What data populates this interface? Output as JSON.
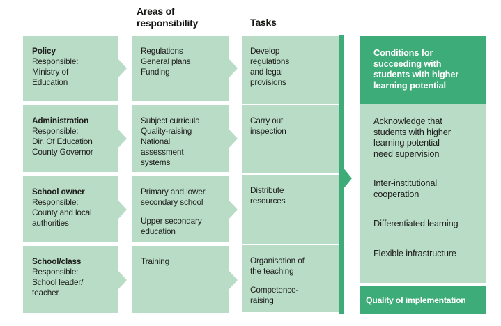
{
  "headers": {
    "areas_of_responsibility": "Areas of\nresponsibility",
    "tasks": "Tasks"
  },
  "levels": [
    {
      "name": "Policy",
      "detail": "Responsible:\nMinistry of\nEducation"
    },
    {
      "name": "Administration",
      "detail": "Responsible:\nDir. Of Education\nCounty Governor"
    },
    {
      "name": "School owner",
      "detail": "Responsible:\nCounty and local\nauthorities"
    },
    {
      "name": "School/class",
      "detail": "Responsible:\nSchool leader/\nteacher"
    }
  ],
  "areas": [
    {
      "p1": "Regulations\nGeneral plans\nFunding"
    },
    {
      "p1": "Subject curricula\nQuality-raising\nNational\nassessment\nsystems"
    },
    {
      "p1": "Primary and lower\nsecondary school",
      "p2": "Upper secondary\neducation"
    },
    {
      "p1": "Training"
    }
  ],
  "tasks": [
    {
      "p1": "Develop\nregulations\nand legal\nprovisions"
    },
    {
      "p1": "Carry out\ninspection"
    },
    {
      "p1": "Distribute\nresources"
    },
    {
      "p1": "Organisation of\nthe teaching",
      "p2": "Competence-\nraising"
    }
  ],
  "outcomes": {
    "header": "Conditions for\nsucceeding with\nstudents with higher\nlearning potential",
    "items": [
      "Acknowledge that\nstudents with higher\nlearning potential\nneed supervision",
      "Inter-institutional\ncooperation",
      "Differentiated learning",
      "Flexible infrastructure"
    ],
    "footer": "Quality of implementation"
  },
  "colors": {
    "light_green": "#b9dcc6",
    "dark_green": "#3eac78",
    "text_dark": "#1d1d1b",
    "text_light": "#ffffff"
  }
}
